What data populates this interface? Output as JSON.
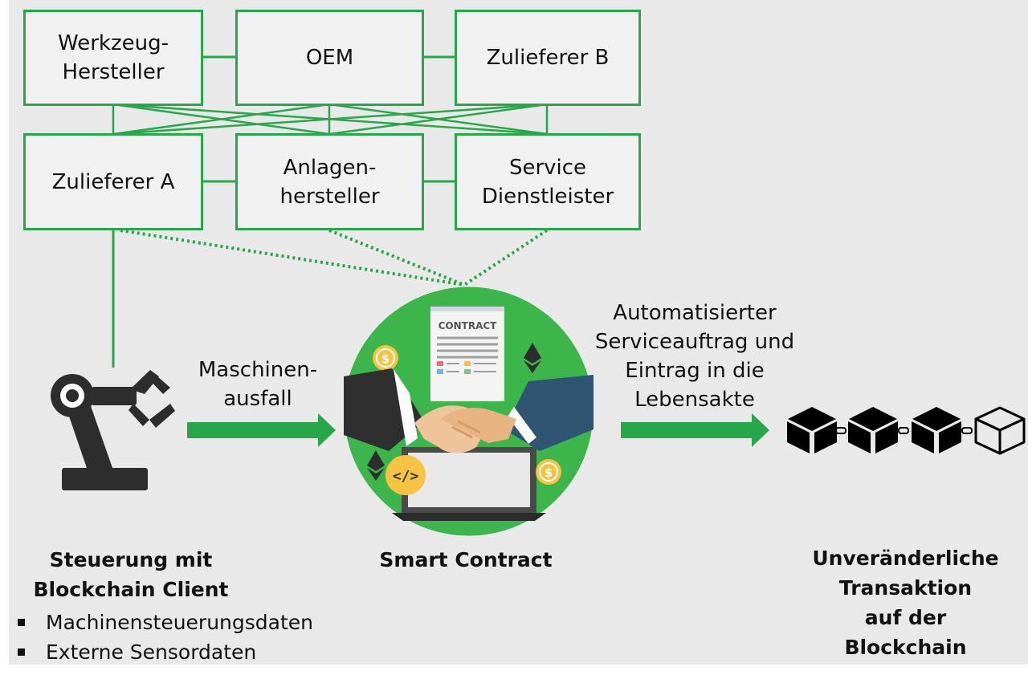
{
  "colors": {
    "accent": "#26a84a",
    "background": "#e9e9e9",
    "box_fill": "#f1f1f1"
  },
  "participants": {
    "werkzeug": "Werkzeug-\nHersteller",
    "oem": "OEM",
    "zulieferer_b": "Zulieferer B",
    "zulieferer_a": "Zulieferer A",
    "anlagen": "Anlagen-\nhersteller",
    "service": "Service\nDienstleister"
  },
  "flow": {
    "left_arrow_label": "Maschinen-\nausfall",
    "right_arrow_label": "Automatisierter\nServiceauftrag und\nEintrag in die\nLebensakte"
  },
  "contract_graphic": {
    "document_title": "CONTRACT",
    "code_badge": "</>",
    "coin_symbol": "$"
  },
  "captions": {
    "left_title": "Steuerung mit\nBlockchain Client",
    "left_bullets": [
      "Machinensteuerungsdaten",
      "Externe Sensordaten"
    ],
    "center_title": "Smart Contract",
    "right_title": "Unveränderliche\nTransaktion\nauf der\nBlockchain"
  },
  "icons": [
    "robot-arm-icon",
    "handshake-icon",
    "contract-document-icon",
    "ethereum-icon",
    "coin-icon",
    "blockchain-block-icon"
  ]
}
